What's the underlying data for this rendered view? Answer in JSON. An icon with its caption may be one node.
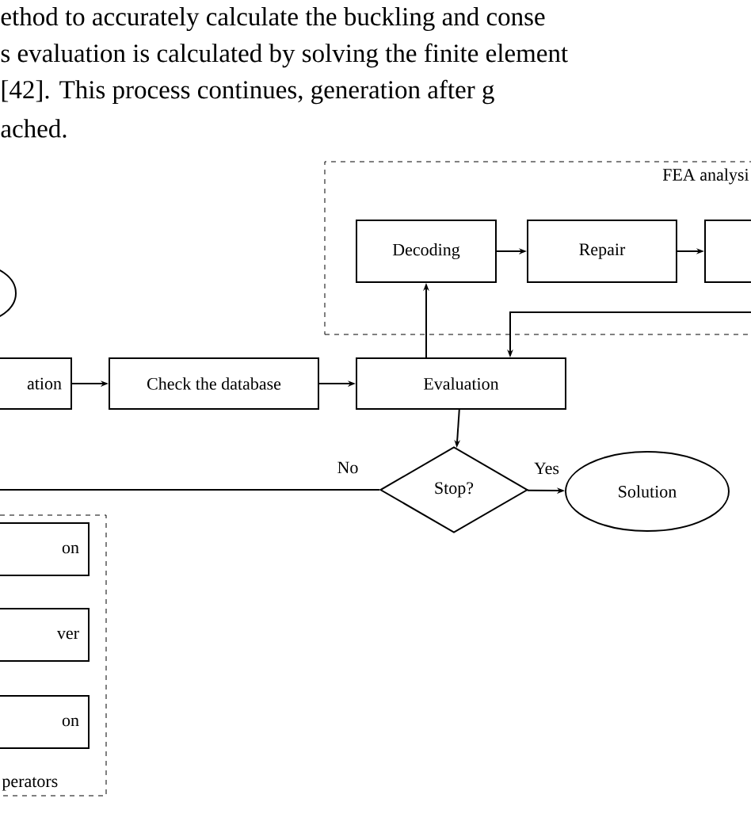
{
  "diagram": {
    "nodes": [
      {
        "text": [
          "FEA analysi"
        ]
      },
      {
        "text": [
          "Decoding"
        ],
        "in": 0
      },
      {
        "text": [
          "Repair"
        ],
        "in": 0
      },
      {
        "text": [],
        "shape": "box",
        "in": 0
      },
      {
        "text": [],
        "shape": "circle"
      },
      {
        "text": [
          "ation"
        ]
      },
      {
        "text": [
          "Check the database"
        ]
      },
      {
        "text": [
          "Evaluation"
        ]
      },
      {
        "text": [
          "Stop?"
        ]
      },
      {
        "text": [
          "Solution"
        ]
      },
      {
        "text": [
          "perators"
        ]
      },
      {
        "text": [
          "on"
        ],
        "in": 10
      },
      {
        "text": [
          "ver"
        ],
        "in": 10
      },
      {
        "text": [
          "on"
        ],
        "in": 10
      }
    ],
    "edges": [
      {
        "from": 1,
        "to": 2,
        "arrow": "to"
      },
      {
        "from": 2,
        "to": 3,
        "arrow": "to"
      },
      {
        "from": 7,
        "to": 1,
        "arrow": "to"
      },
      {
        "from": 3,
        "to": 7,
        "arrow": "to"
      },
      {
        "from": 5,
        "to": 6,
        "arrow": "to"
      },
      {
        "from": 6,
        "to": 7,
        "arrow": "to"
      },
      {
        "from": 7,
        "to": 8,
        "arrow": "to"
      },
      {
        "from": 8,
        "to": 9,
        "arrow": "to",
        "label": "Yes"
      },
      {
        "from": 8,
        "to": null,
        "arrow": "none",
        "label": "No"
      }
    ],
    "labels": [
      "ethod to accurately calculate the buckling and conse",
      "s evaluation is calculated by solving the finite element",
      "[42]. This process continues, generation after g",
      "ached."
    ]
  }
}
